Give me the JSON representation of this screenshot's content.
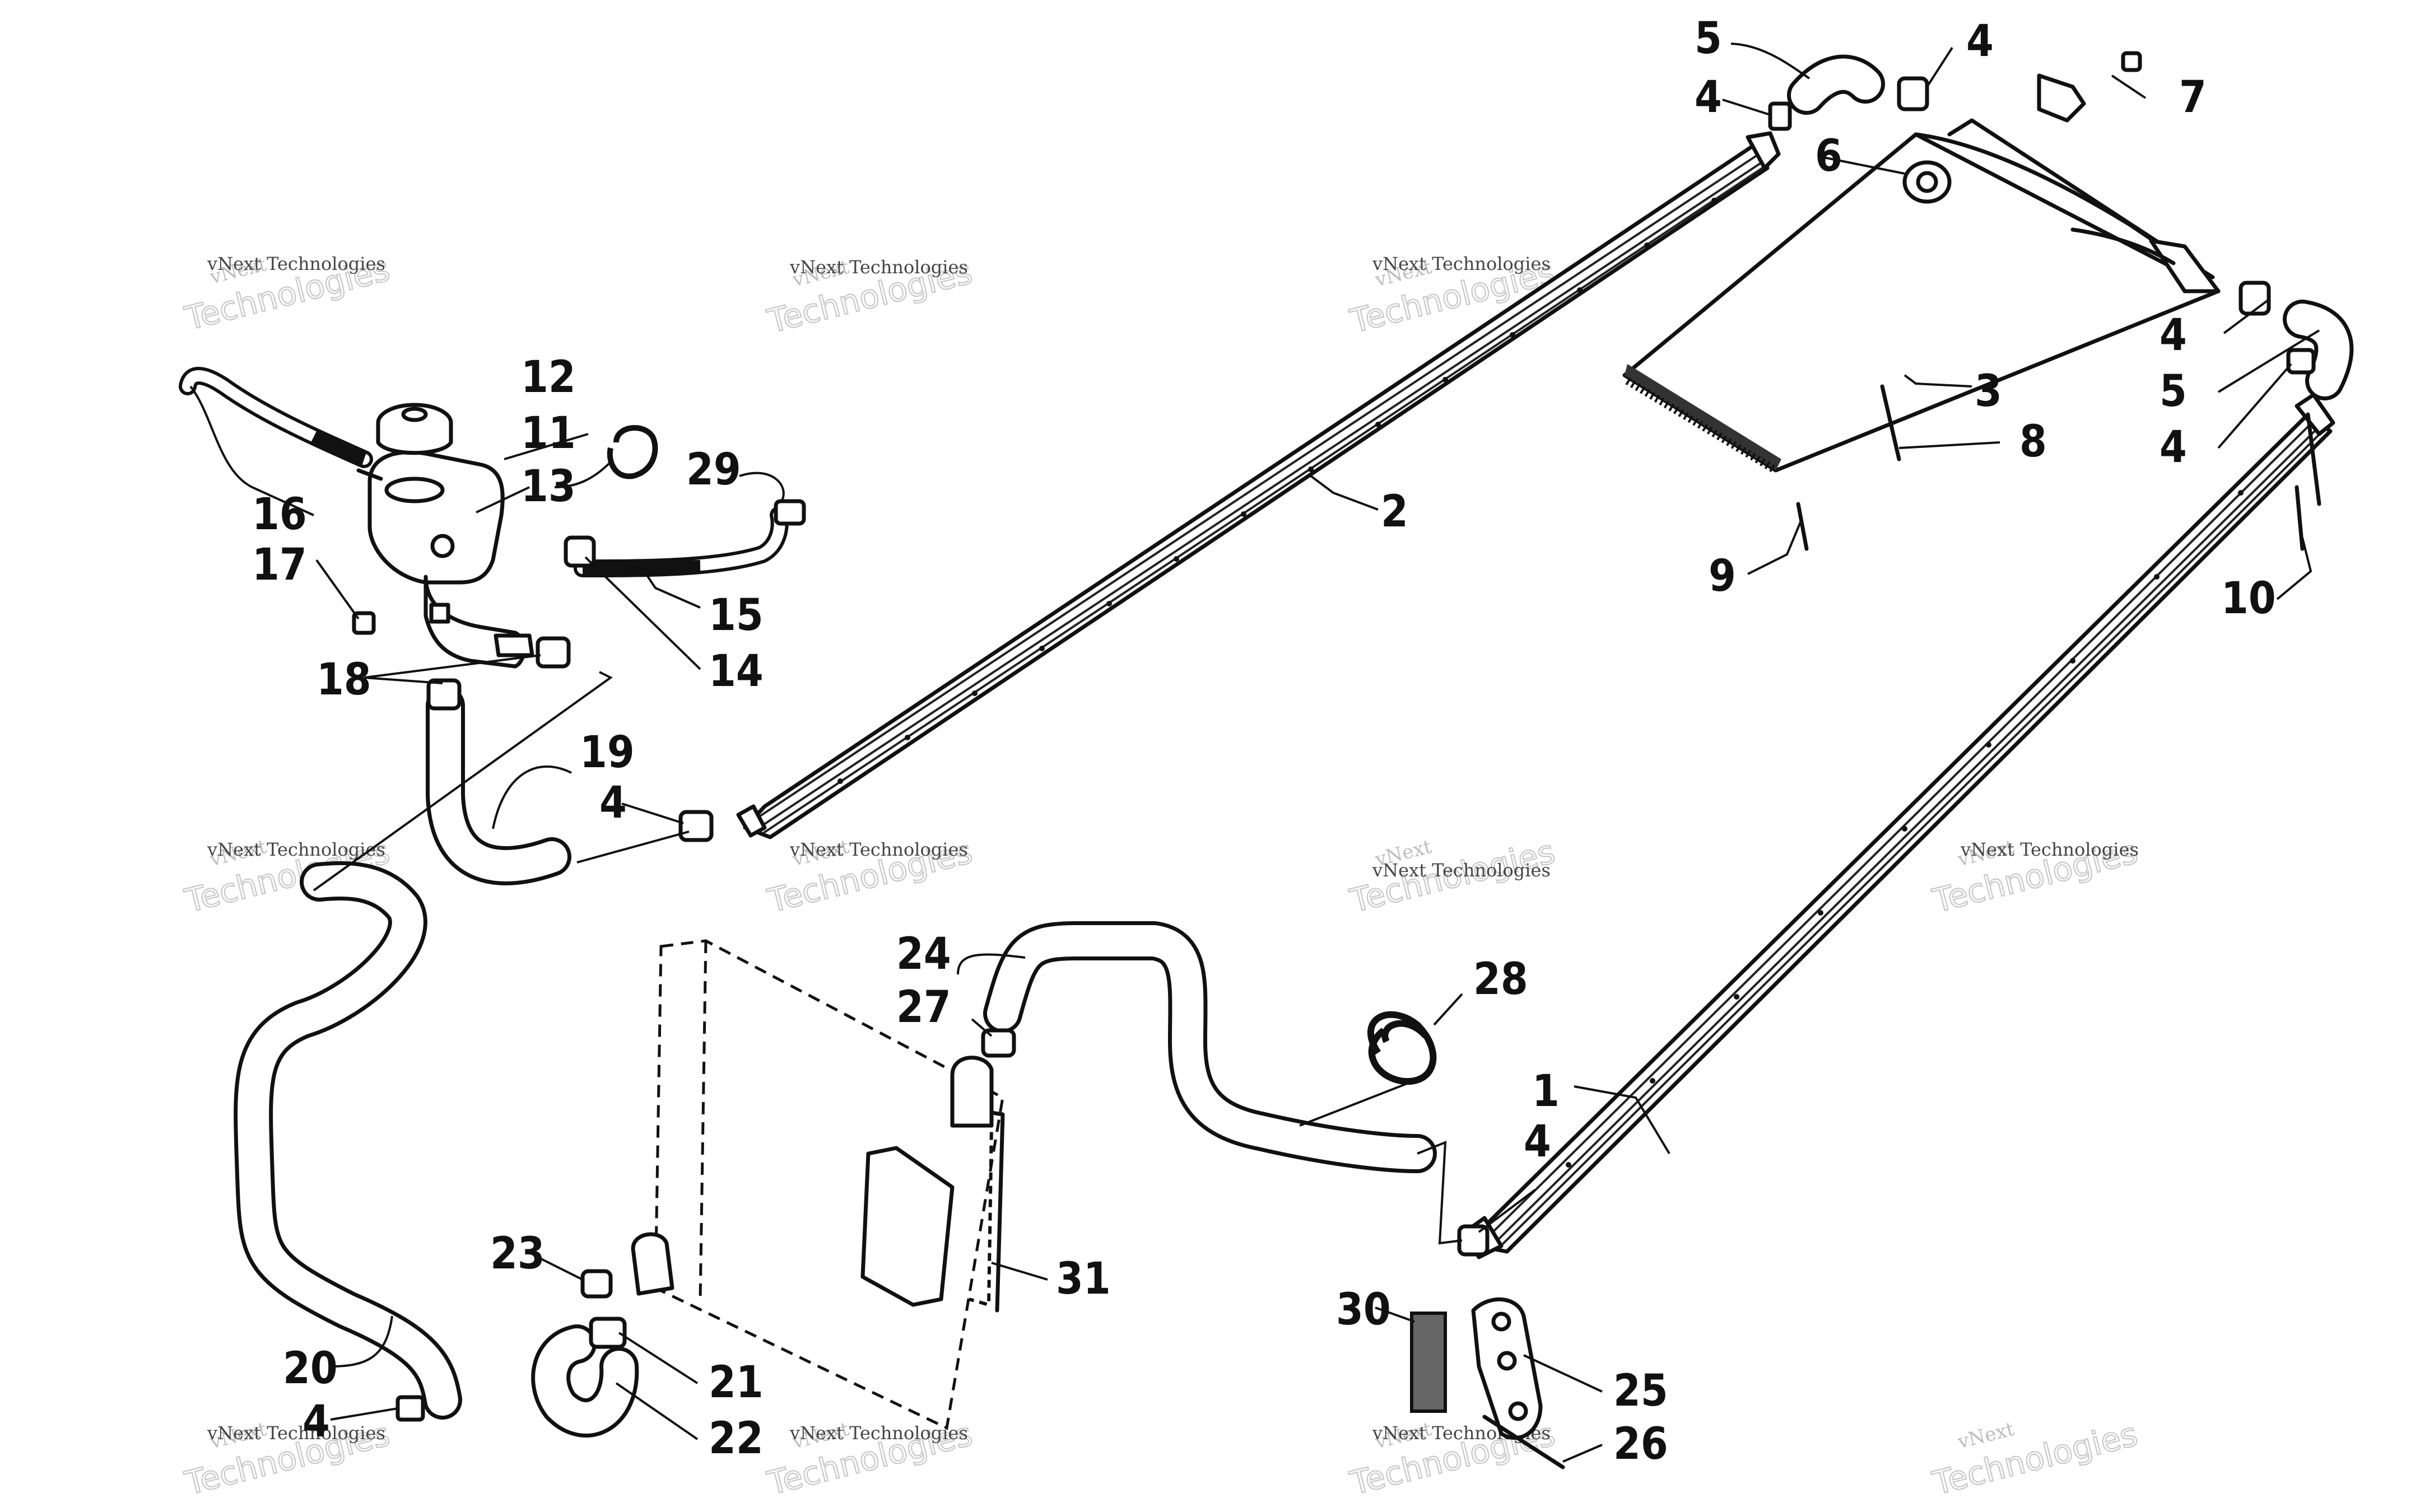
{
  "watermark": {
    "line1": "vNext",
    "small": "vNext Technologies",
    "line2": "Technologies"
  },
  "callouts": {
    "c1": "1",
    "c2": "2",
    "c3": "3",
    "c4a": "4",
    "c4b": "4",
    "c4c": "4",
    "c4d": "4",
    "c4e": "4",
    "c4f": "4",
    "c4g": "4",
    "c5a": "5",
    "c5b": "5",
    "c6": "6",
    "c7": "7",
    "c8": "8",
    "c9": "9",
    "c10": "10",
    "c11": "11",
    "c12": "12",
    "c13": "13",
    "c14": "14",
    "c15": "15",
    "c16": "16",
    "c17": "17",
    "c18": "18",
    "c19": "19",
    "c20": "20",
    "c21": "21",
    "c22": "22",
    "c23": "23",
    "c24": "24",
    "c25": "25",
    "c26": "26",
    "c27": "27",
    "c28": "28",
    "c29": "29",
    "c30": "30",
    "c31": "31"
  }
}
